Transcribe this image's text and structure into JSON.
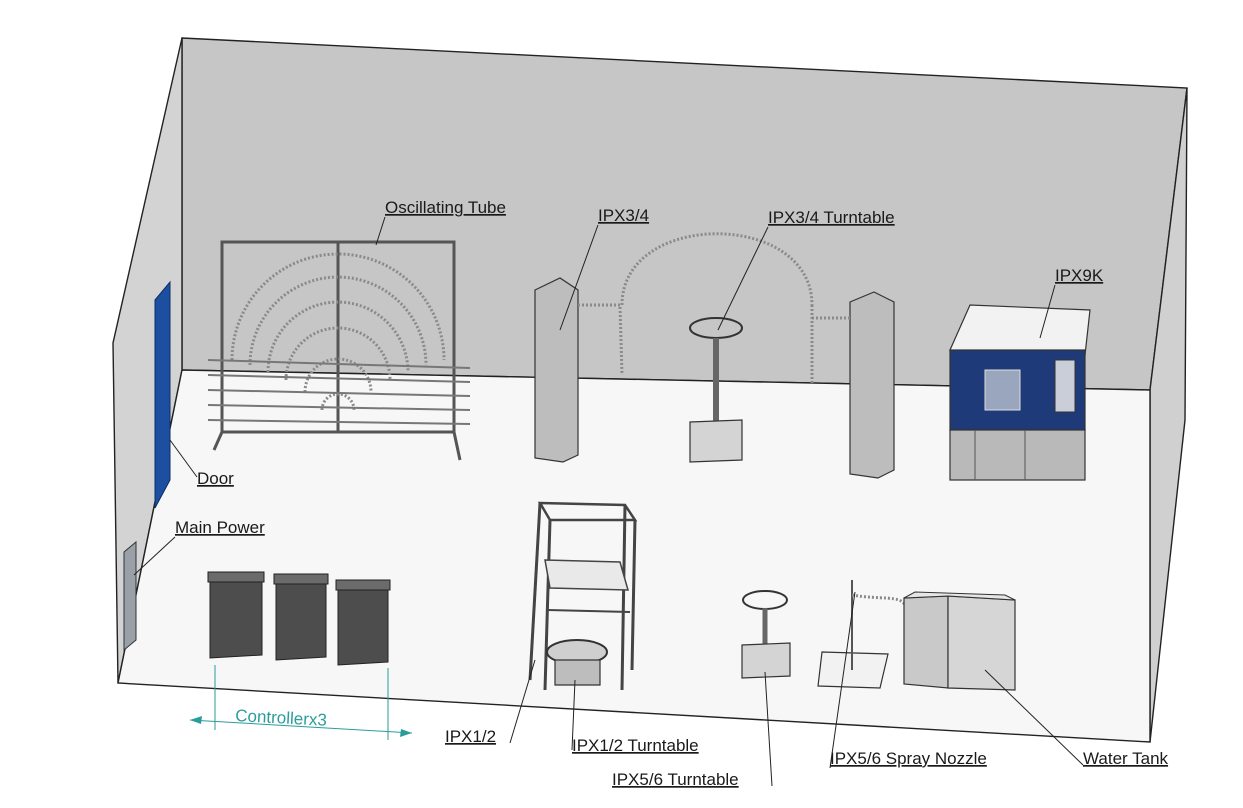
{
  "labels": {
    "oscillating_tube": "Oscillating Tube",
    "ipx34": "IPX3/4",
    "ipx34_turntable": "IPX3/4 Turntable",
    "ipx9k": "IPX9K",
    "door": "Door",
    "main_power": "Main Power",
    "controller": "Controllerx3",
    "ipx12": "IPX1/2",
    "ipx12_turntable": "IPX1/2 Turntable",
    "ipx56_turntable": "IPX5/6 Turntable",
    "ipx56_spray_nozzle": "IPX5/6 Spray Nozzle",
    "water_tank": "Water Tank"
  },
  "colors": {
    "back_wall": "#c6c6c6",
    "side_wall": "#d3d3d3",
    "floor": "#f7f7f7",
    "door": "#1c4fa0",
    "ipx9k_panel": "#1f3a78",
    "equipment": "#bdbdbd",
    "controller": "#4d4d4d",
    "dimension": "#2a9d9a"
  }
}
